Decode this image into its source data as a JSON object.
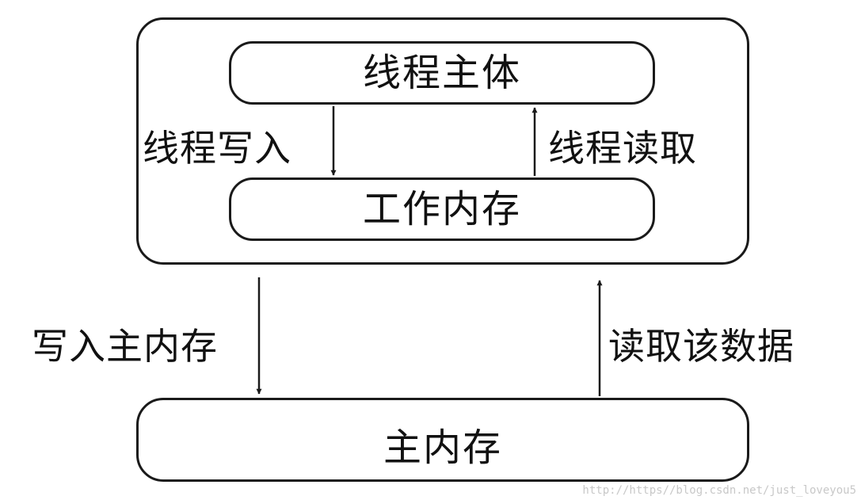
{
  "diagram": {
    "thread_body": "线程主体",
    "working_memory": "工作内存",
    "main_memory": "主内存",
    "thread_write": "线程写入",
    "thread_read": "线程读取",
    "write_to_main": "写入主内存",
    "read_data": "读取该数据"
  },
  "watermark": "http://https//blog.csdn.net/just_loveyou5",
  "colors": {
    "stroke": "#1a1a1a",
    "background": "#ffffff",
    "watermark": "#c8c8c8"
  }
}
